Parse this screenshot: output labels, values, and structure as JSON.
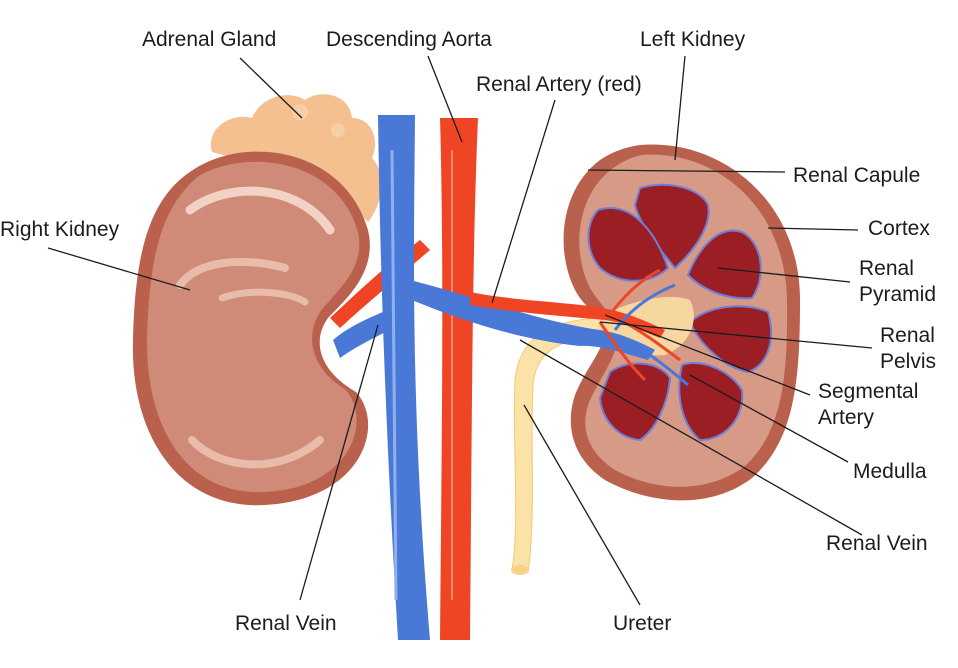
{
  "labels": {
    "adrenal_gland": "Adrenal Gland",
    "descending_aorta": "Descending Aorta",
    "left_kidney": "Left Kidney",
    "renal_artery": "Renal Artery (red)",
    "renal_capsule": "Renal Capule",
    "right_kidney": "Right Kidney",
    "cortex": "Cortex",
    "renal_pyramid_1": "Renal",
    "renal_pyramid_2": "Pyramid",
    "renal_pelvis_1": "Renal",
    "renal_pelvis_2": "Pelvis",
    "segmental_artery_1": "Segmental",
    "segmental_artery_2": "Artery",
    "medulla": "Medulla",
    "renal_vein_right": "Renal Vein",
    "renal_vein_left": "Renal Vein",
    "ureter": "Ureter"
  },
  "colors": {
    "vein": "#4a78d6",
    "artery": "#f04525",
    "kidney": "#cf8a78",
    "kidney_dark": "#b9614c",
    "cortex": "#d69a86",
    "pyramid": "#9a1e24",
    "adrenal": "#f4c08f",
    "ureter": "#fbe2a6"
  }
}
